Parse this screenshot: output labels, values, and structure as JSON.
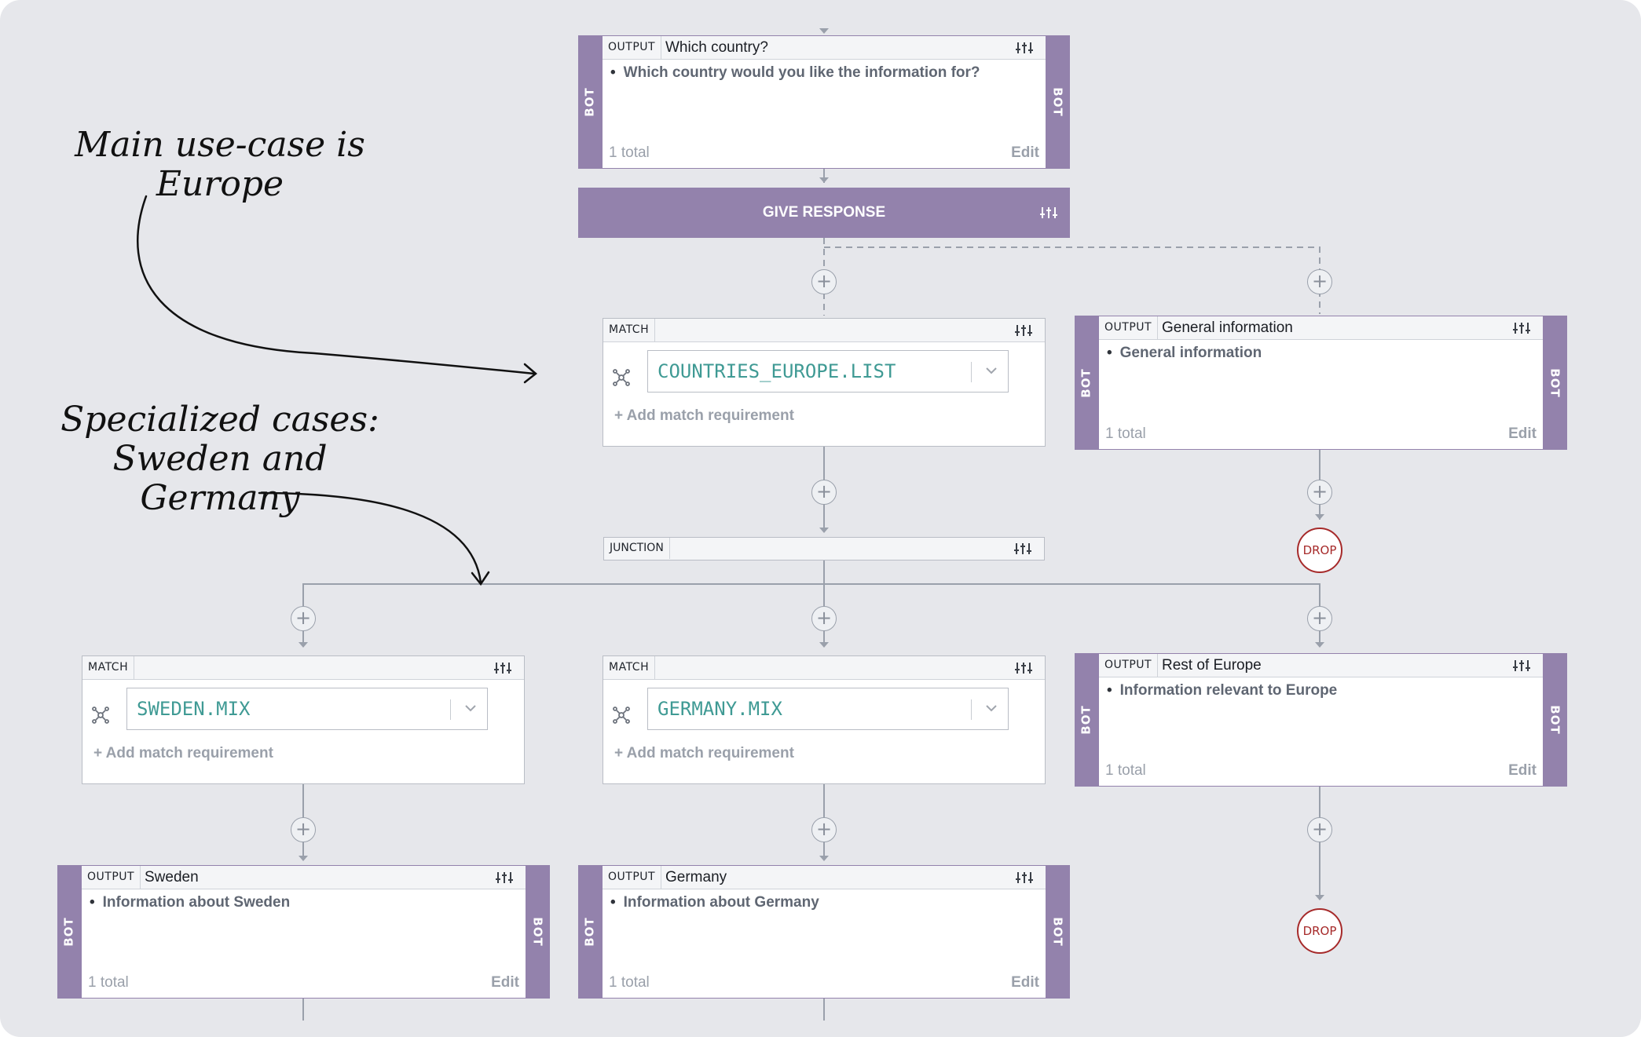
{
  "annotations": {
    "main": [
      "Main use-case is",
      "Europe"
    ],
    "specialized": [
      "Specialized cases:",
      "Sweden and Germany"
    ]
  },
  "give_response": {
    "label": "GIVE RESPONSE"
  },
  "junction": {
    "tag": "JUNCTION"
  },
  "drop_label": "DROP",
  "add_requirement_label": "+ Add match requirement",
  "side_label": "BOT",
  "outputs": {
    "which_country": {
      "tag": "OUTPUT",
      "title": "Which country?",
      "item": "Which country would you like the information for?",
      "total": "1 total",
      "edit": "Edit"
    },
    "general": {
      "tag": "OUTPUT",
      "title": "General information",
      "item": "General information",
      "total": "1 total",
      "edit": "Edit"
    },
    "rest_europe": {
      "tag": "OUTPUT",
      "title": "Rest of Europe",
      "item": "Information relevant to Europe",
      "total": "1 total",
      "edit": "Edit"
    },
    "sweden": {
      "tag": "OUTPUT",
      "title": "Sweden",
      "item": "Information about Sweden",
      "total": "1 total",
      "edit": "Edit"
    },
    "germany": {
      "tag": "OUTPUT",
      "title": "Germany",
      "item": "Information about Germany",
      "total": "1 total",
      "edit": "Edit"
    }
  },
  "matches": {
    "europe": {
      "tag": "MATCH",
      "value": "COUNTRIES_EUROPE.LIST"
    },
    "sweden": {
      "tag": "MATCH",
      "value": "SWEDEN.MIX"
    },
    "germany": {
      "tag": "MATCH",
      "value": "GERMANY.MIX"
    }
  },
  "colors": {
    "bot_purple": "#9382ac",
    "match_teal": "#3f9a94",
    "drop_red": "#a62a2a",
    "canvas_bg": "#e6e7eb"
  }
}
